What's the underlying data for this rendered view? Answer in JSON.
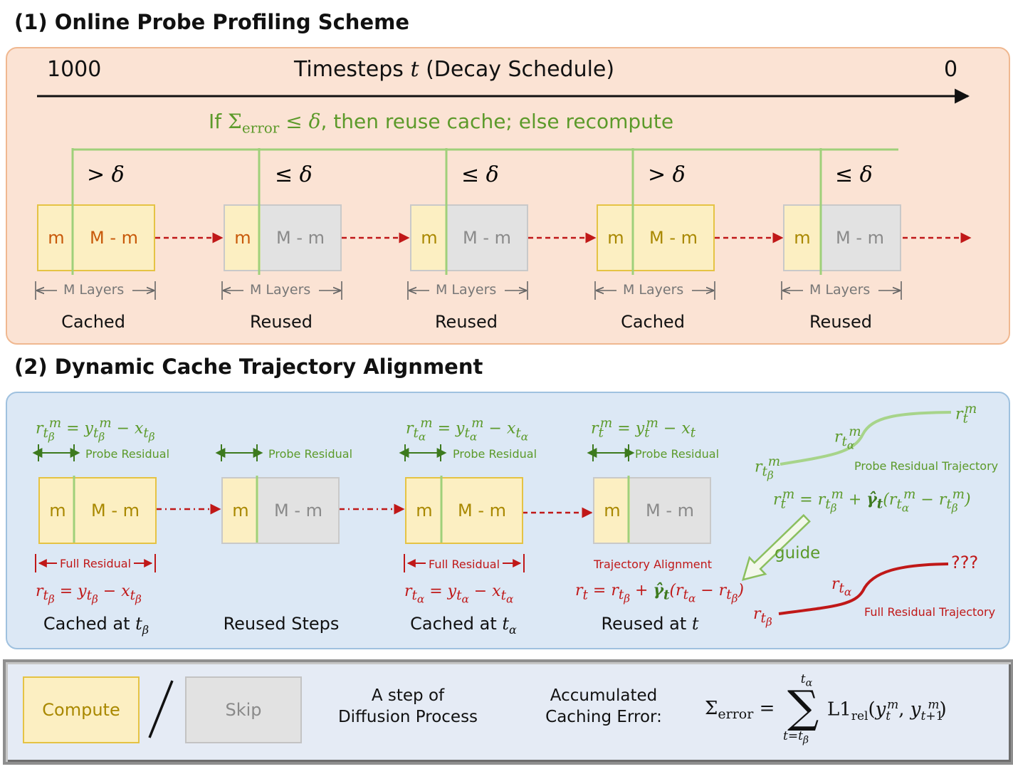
{
  "section1": {
    "title": "(1) Online Probe Profiling Scheme",
    "timeline": {
      "start": "1000",
      "label": "Timesteps t (Decay Schedule)",
      "end": "0"
    },
    "rule": "If Σerror ≤ δ, then reuse cache; else recompute",
    "steps": [
      {
        "threshold": "> δ",
        "m_label": "m",
        "rest_label": "M - m",
        "state": "compute",
        "layers": "M Layers",
        "result": "Cached"
      },
      {
        "threshold": "≤ δ",
        "m_label": "m",
        "rest_label": "M - m",
        "state": "skip",
        "layers": "M Layers",
        "result": "Reused"
      },
      {
        "threshold": "≤ δ",
        "m_label": "m",
        "rest_label": "M - m",
        "state": "skip",
        "layers": "M Layers",
        "result": "Reused"
      },
      {
        "threshold": "> δ",
        "m_label": "m",
        "rest_label": "M - m",
        "state": "compute",
        "layers": "M Layers",
        "result": "Cached"
      },
      {
        "threshold": "≤ δ",
        "m_label": "m",
        "rest_label": "M - m",
        "state": "skip",
        "layers": "M Layers",
        "result": "Reused"
      }
    ]
  },
  "section2": {
    "title": "(2) Dynamic Cache Trajectory Alignment",
    "steps": [
      {
        "probe_eq": "r_tβ^m = y_tβ^m − x_tβ",
        "probe_label": "Probe Residual",
        "m_label": "m",
        "rest_label": "M - m",
        "state": "compute",
        "bottom_label": "Full Residual",
        "bottom_eq": "r_tβ = y_tβ − x_tβ",
        "caption": "Cached at tβ"
      },
      {
        "probe_eq": "",
        "probe_label": "Probe Residual",
        "m_label": "m",
        "rest_label": "M - m",
        "state": "skip",
        "bottom_label": "",
        "bottom_eq": "",
        "caption": "Reused Steps"
      },
      {
        "probe_eq": "r_tα^m = y_tα^m − x_tα",
        "probe_label": "Probe Residual",
        "m_label": "m",
        "rest_label": "M - m",
        "state": "compute",
        "bottom_label": "Full Residual",
        "bottom_eq": "r_tα = y_tα − x_tα",
        "caption": "Cached at tα"
      },
      {
        "probe_eq": "r_t^m = y_t^m − x_t",
        "probe_label": "Probe Residual",
        "m_label": "m",
        "rest_label": "M - m",
        "state": "skip",
        "bottom_label": "Trajectory Alignment",
        "bottom_eq": "r_t = r_tβ + γ̂_t(r_tα − r_tβ)",
        "caption": "Reused at t"
      }
    ],
    "probe_trajectory": {
      "label": "Probe Residual Trajectory",
      "points": [
        "r_tβ^m",
        "r_tα^m",
        "r_t^m"
      ],
      "equation": "r_t^m = r_tβ^m + γ̂_t(r_tα^m − r_tβ^m)"
    },
    "guide_label": "guide",
    "full_trajectory": {
      "label": "Full Residual Trajectory",
      "points": [
        "r_tβ",
        "r_tα",
        "???"
      ]
    }
  },
  "legend": {
    "compute": "Compute",
    "skip": "Skip",
    "step_line1": "A step of",
    "step_line2": "Diffusion Process",
    "error_line1": "Accumulated",
    "error_line2": "Caching Error:",
    "formula": "Σerror = Σ_{t=tβ}^{tα} L1rel(y_t^m, y_{t+1}^m)"
  },
  "colors": {
    "compute_fill": "#fcefc2",
    "compute_border": "#e5c344",
    "skip_fill": "#e2e2e2",
    "green": "#5c9a2a",
    "red": "#c01818",
    "panel1": "#fbe3d4",
    "panel2": "#dce8f5"
  }
}
